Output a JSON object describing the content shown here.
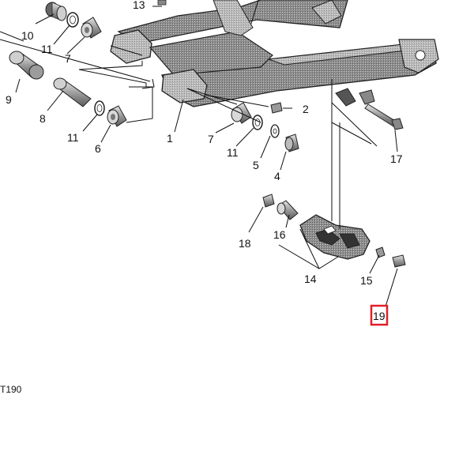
{
  "diagram": {
    "page_code": "T190",
    "highlighted_part": "19",
    "highlight_color": "#e0202a",
    "callouts": {
      "c1": "1",
      "c2": "2",
      "c4": "4",
      "c5": "5",
      "c6": "6",
      "c7a": "7",
      "c7b": "7",
      "c8": "8",
      "c9": "9",
      "c10": "10",
      "c11a": "11",
      "c11b": "11",
      "c11c": "11",
      "c13": "13",
      "c14": "14",
      "c15": "15",
      "c16": "16",
      "c17": "17",
      "c18": "18",
      "c19": "19"
    }
  }
}
